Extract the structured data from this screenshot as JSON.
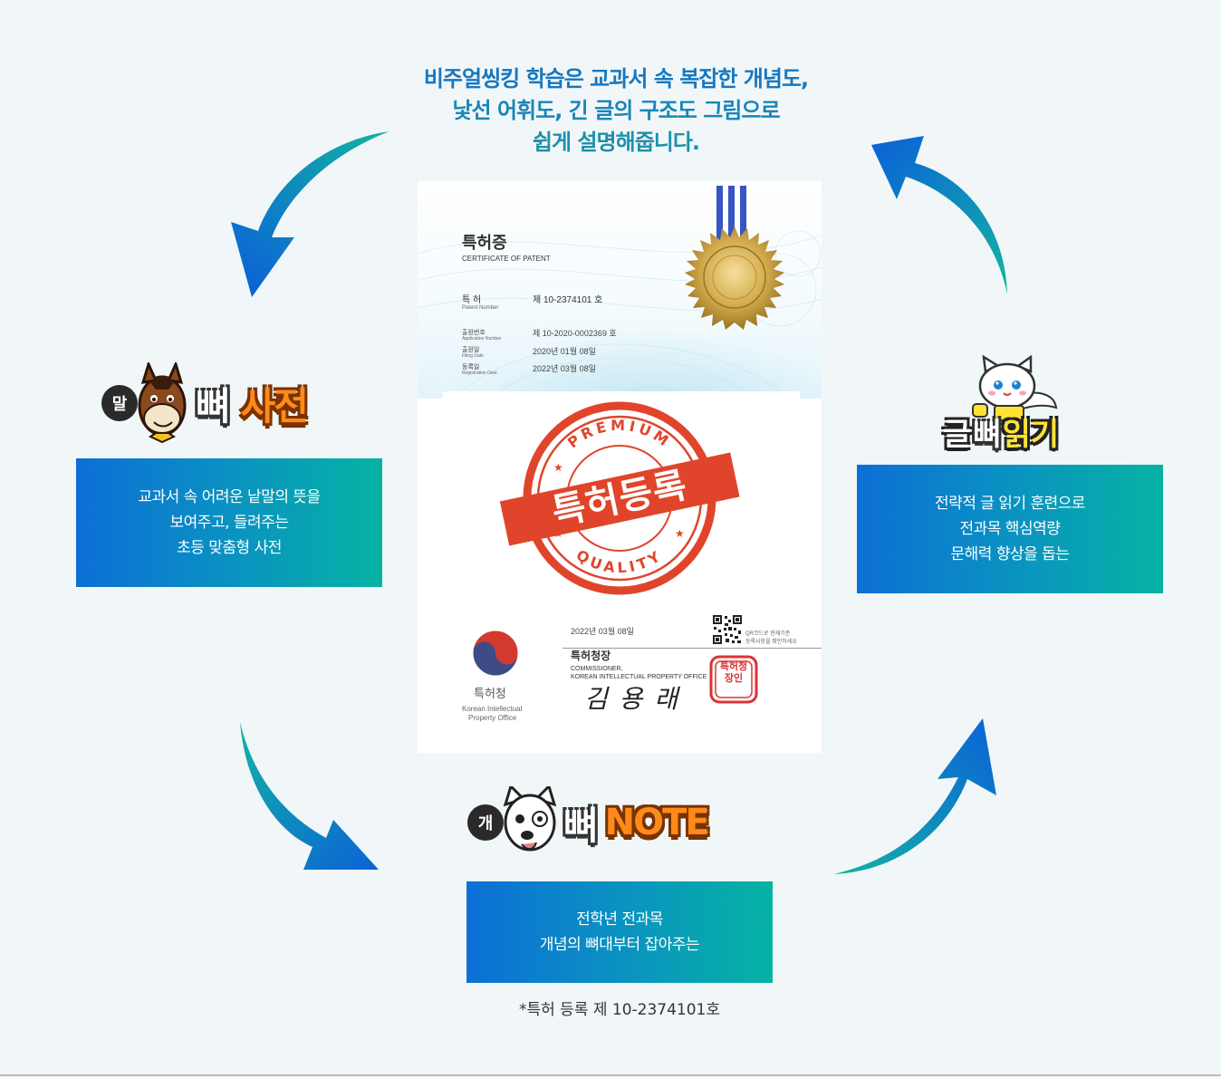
{
  "headline": {
    "line1": "비주얼씽킹 학습은 교과서 속 복잡한 개념도,",
    "line2": "낯선 어휘도, 긴 글의 구조도 그림으로",
    "line3": "쉽게 설명해줍니다."
  },
  "left_product": {
    "logo_bubble": "말",
    "logo_ppyeo": "뼈",
    "logo_word": "사전",
    "desc_line1": "교과서 속 어려운 낱말의 뜻을",
    "desc_line2": "보여주고, 들려주는",
    "desc_line3": "초등 맞춤형 사전"
  },
  "right_product": {
    "logo_word1": "글",
    "logo_ppyeo": "뼈",
    "logo_word2": "읽기",
    "desc_line1": "전략적 글 읽기 훈련으로",
    "desc_line2": "전과목 핵심역량",
    "desc_line3": "문해력 향상을 돕는"
  },
  "bottom_product": {
    "logo_bubble": "개",
    "logo_ppyeo": "뼈",
    "logo_word": "NOTE",
    "desc_line1": "전학년 전과목",
    "desc_line2": "개념의 뼈대부터 잡아주는"
  },
  "footnote": "*특허 등록 제 10-2374101호",
  "certificate": {
    "title": "특허증",
    "subtitle": "CERTIFICATE OF PATENT",
    "patent_label": "특 허",
    "patent_label_en": "Patent Number",
    "patent_no": "제 10-2374101 호",
    "app_label": "출원번호",
    "app_label_en": "Application Number",
    "app_no": "제 10-2020-0002369 호",
    "filing_label": "출원일",
    "filing_label_en": "Filing Date",
    "filing_date": "2020년 01월 08일",
    "reg_label": "등록일",
    "reg_label_en": "Registration Date",
    "reg_date": "2022년 03월 08일",
    "stamp_top": "PREMIUM",
    "stamp_main": "특허등록",
    "stamp_bottom": "QUALITY",
    "issue_date": "2022년 03월 08일",
    "qr_note1": "QR코드로 현재기준",
    "qr_note2": "등록사항을 확인하세요",
    "office_kr": "특허청",
    "office_en1": "Korean Intellectual",
    "office_en2": "Property Office",
    "commissioner_kr": "특허청장",
    "commissioner_en1": "COMMISSIONER,",
    "commissioner_en2": "KOREAN INTELLECTUAL PROPERTY OFFICE",
    "signature": "김 용 래",
    "seal_text": "특허청장인"
  },
  "colors": {
    "headline_blue": "#1877bf",
    "box_gradient_start": "#0c6fd6",
    "box_gradient_end": "#05b3a3",
    "stamp_red": "#e0452b",
    "arrow_teal": "#0fb0a4",
    "arrow_blue": "#0b63d6"
  },
  "icons": [
    "horse-mascot-icon",
    "cat-mascot-icon",
    "dog-mascot-icon",
    "gold-seal-icon",
    "qr-code-icon",
    "taegeuk-emblem-icon",
    "red-seal-icon",
    "cycle-arrow-icon"
  ]
}
